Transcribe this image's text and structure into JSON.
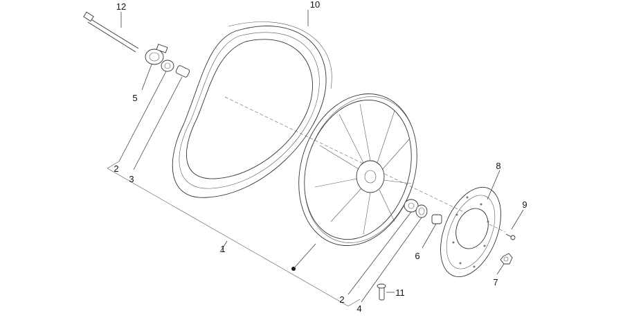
{
  "labels": {
    "l1": "1",
    "l2a": "2",
    "l2b": "2",
    "l3": "3",
    "l4": "4",
    "l5": "5",
    "l6": "6",
    "l7": "7",
    "l8": "8",
    "l9": "9",
    "l10": "10",
    "l11": "11",
    "l12": "12"
  }
}
